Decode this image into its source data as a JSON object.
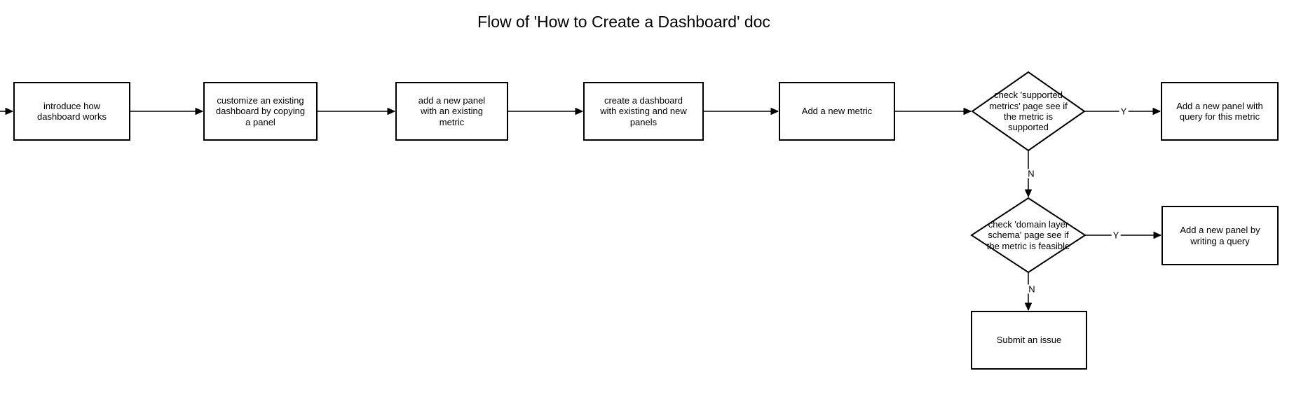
{
  "diagram": {
    "title": "Flow of 'How to Create a Dashboard' doc",
    "colors": {
      "stroke": "#000000",
      "node_fill": "#ffffff",
      "text": "#000000",
      "background": "#ffffff"
    },
    "nodes": [
      {
        "id": "introduce-how-dashboard-works",
        "type": "process",
        "label": "introduce how\ndashboard works"
      },
      {
        "id": "customize-existing-dashboard",
        "type": "process",
        "label": "customize an existing\ndashboard by copying\na panel"
      },
      {
        "id": "add-panel-existing-metric",
        "type": "process",
        "label": "add a new panel\nwith an existing\nmetric"
      },
      {
        "id": "create-dashboard",
        "type": "process",
        "label": "create a dashboard\nwith existing and new\npanels"
      },
      {
        "id": "add-new-metric",
        "type": "process",
        "label": "Add a new metric"
      },
      {
        "id": "check-supported-metrics",
        "type": "decision",
        "label": "check 'supported\nmetrics' page see if\nthe metric is\nsupported"
      },
      {
        "id": "add-panel-query-metric",
        "type": "process",
        "label": "Add a new panel with\nquery for this metric"
      },
      {
        "id": "check-domain-layer-schema",
        "type": "decision",
        "label": "check 'domain layer\nschema' page see if\nthe metric is feasible"
      },
      {
        "id": "add-panel-writing-query",
        "type": "process",
        "label": "Add a new panel by\nwriting a query"
      },
      {
        "id": "submit-issue",
        "type": "process",
        "label": "Submit an issue"
      }
    ],
    "edges": [
      {
        "from": "start",
        "to": "introduce-how-dashboard-works",
        "label": ""
      },
      {
        "from": "introduce-how-dashboard-works",
        "to": "customize-existing-dashboard",
        "label": ""
      },
      {
        "from": "customize-existing-dashboard",
        "to": "add-panel-existing-metric",
        "label": ""
      },
      {
        "from": "add-panel-existing-metric",
        "to": "create-dashboard",
        "label": ""
      },
      {
        "from": "create-dashboard",
        "to": "add-new-metric",
        "label": ""
      },
      {
        "from": "add-new-metric",
        "to": "check-supported-metrics",
        "label": ""
      },
      {
        "from": "check-supported-metrics",
        "to": "add-panel-query-metric",
        "label": "Y"
      },
      {
        "from": "check-supported-metrics",
        "to": "check-domain-layer-schema",
        "label": "N"
      },
      {
        "from": "check-domain-layer-schema",
        "to": "add-panel-writing-query",
        "label": "Y"
      },
      {
        "from": "check-domain-layer-schema",
        "to": "submit-issue",
        "label": "N"
      }
    ]
  }
}
